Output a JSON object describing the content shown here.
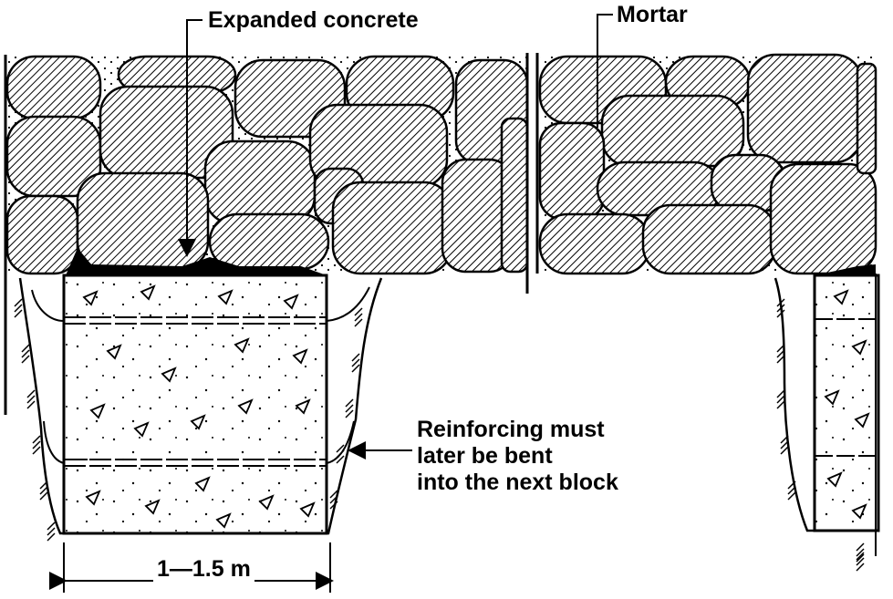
{
  "labels": {
    "expanded_concrete": "Expanded concrete",
    "mortar": "Mortar",
    "reinforcing": [
      "Reinforcing must",
      "later be bent",
      "into the next block"
    ],
    "dimension": "1—1.5 m"
  },
  "colors": {
    "ink": "#000000",
    "background": "#ffffff"
  }
}
